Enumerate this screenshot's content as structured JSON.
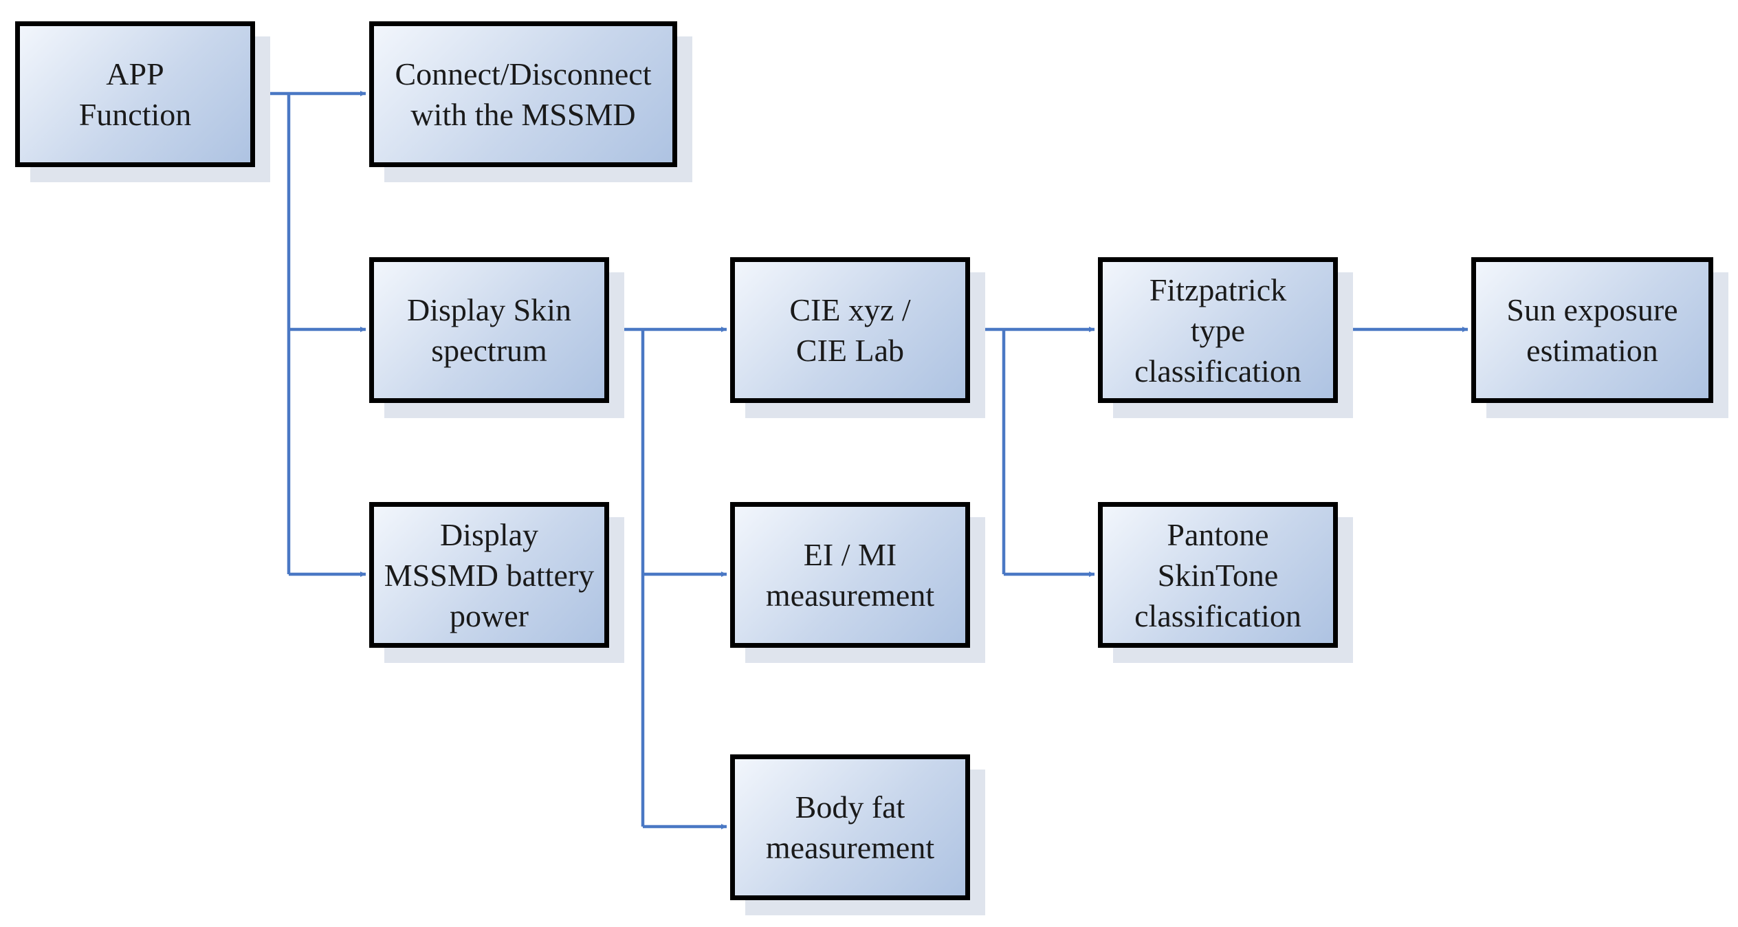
{
  "diagram": {
    "nodes": {
      "app": "APP\nFunction",
      "connect": "Connect/Disconnect\nwith the MSSMD",
      "spectrum": "Display Skin\nspectrum",
      "battery": "Display\nMSSMD battery\npower",
      "cie": "CIE xyz /\nCIE Lab",
      "eimi": "EI / MI\nmeasurement",
      "bodyfat": "Body fat\nmeasurement",
      "fitzpatrick": "Fitzpatrick\ntype\nclassification",
      "pantone": "Pantone\nSkinTone\nclassification",
      "sun": "Sun exposure\nestimation"
    },
    "edges": [
      {
        "from": "app",
        "to": "connect"
      },
      {
        "from": "app",
        "to": "spectrum"
      },
      {
        "from": "app",
        "to": "battery"
      },
      {
        "from": "spectrum",
        "to": "cie"
      },
      {
        "from": "spectrum",
        "to": "eimi"
      },
      {
        "from": "spectrum",
        "to": "bodyfat"
      },
      {
        "from": "cie",
        "to": "fitzpatrick"
      },
      {
        "from": "cie",
        "to": "pantone"
      },
      {
        "from": "fitzpatrick",
        "to": "sun"
      }
    ],
    "colors": {
      "connector": "#4a78c4",
      "node_border": "#000000",
      "node_fill_light": "#f2f6fc",
      "node_fill_dark": "#aec3e2",
      "shadow": "#dfe4ed"
    }
  }
}
